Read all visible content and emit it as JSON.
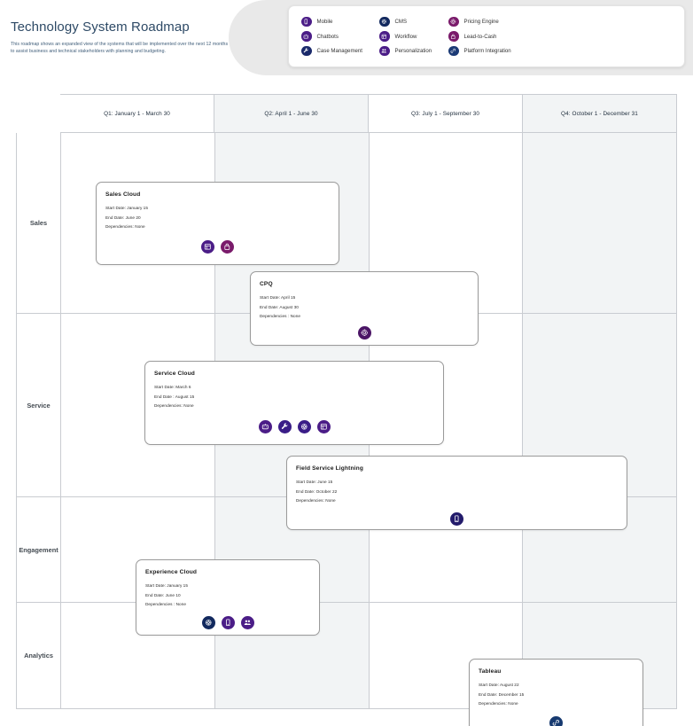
{
  "header": {
    "title": "Technology System Roadmap",
    "subtitle": "This roadmap shows an expanded view of the systems that will be implemented over the next 12 months to assist business and technical stakeholders with planning and budgeting."
  },
  "legend": {
    "columns": [
      [
        {
          "label": "Mobile",
          "icon": "mobile-icon",
          "color": "#4b1d87"
        },
        {
          "label": "Chatbots",
          "icon": "chatbot-icon",
          "color": "#4b1d87"
        },
        {
          "label": "Case Management",
          "icon": "wrench-icon",
          "color": "#1b2a6b"
        }
      ],
      [
        {
          "label": "CMS",
          "icon": "cms-icon",
          "color": "#12295e"
        },
        {
          "label": "Workflow",
          "icon": "workflow-icon",
          "color": "#4b1d87"
        },
        {
          "label": "Personalization",
          "icon": "people-icon",
          "color": "#4b1d87"
        }
      ],
      [
        {
          "label": "Pricing Engine",
          "icon": "pricing-icon",
          "color": "#7a1b6b"
        },
        {
          "label": "Lead-to-Cash",
          "icon": "lead-to-cash-icon",
          "color": "#7a1b6b"
        },
        {
          "label": "Platform Integration",
          "icon": "link-icon",
          "color": "#1b3a75"
        }
      ]
    ]
  },
  "grid": {
    "columns": [
      {
        "label": "Q1: January 1  - March 30",
        "shaded": false
      },
      {
        "label": "Q2: April 1 - June 30",
        "shaded": true
      },
      {
        "label": "Q3: July 1 - September 30",
        "shaded": false
      },
      {
        "label": "Q4: October 1 - December 31",
        "shaded": true
      }
    ],
    "rows": [
      {
        "label": "Sales"
      },
      {
        "label": "Service"
      },
      {
        "label": "Engagement"
      },
      {
        "label": "Analytics"
      }
    ]
  },
  "cards": [
    {
      "name": "sales-cloud",
      "title": "Sales Cloud",
      "start": "Start Date:  January 15",
      "end": "End Date:  June 20",
      "dependencies": "Dependencies:  None",
      "icons": [
        {
          "icon": "workflow-icon",
          "color": "#4b1d87"
        },
        {
          "icon": "lead-to-cash-icon",
          "color": "#7a1b6b"
        }
      ]
    },
    {
      "name": "cpq",
      "title": "CPQ",
      "start": "Start Date: April 15",
      "end": "End Date: August 30",
      "dependencies": "Dependencies :  None",
      "icons": [
        {
          "icon": "pricing-icon",
          "color": "#4b1566"
        }
      ]
    },
    {
      "name": "service-cloud",
      "title": "Service Cloud",
      "start": "Start Date: March 6",
      "end": "End Date :  August 15",
      "dependencies": "Dependencies: None",
      "icons": [
        {
          "icon": "chatbot-icon",
          "color": "#4b1d87"
        },
        {
          "icon": "wrench-icon",
          "color": "#3a1d87"
        },
        {
          "icon": "cms-icon",
          "color": "#3a1d87"
        },
        {
          "icon": "workflow-icon",
          "color": "#4b1d87"
        }
      ]
    },
    {
      "name": "field-service-lightning",
      "title": "Field Service Lightning",
      "start": "Start Date: June 15",
      "end": "End Date: October 22",
      "dependencies": "Dependencies: None",
      "icons": [
        {
          "icon": "mobile-icon",
          "color": "#231b6b"
        }
      ]
    },
    {
      "name": "experience-cloud",
      "title": "Experience Cloud",
      "start": "Start Date:  January 15",
      "end": "End Date:  June 10",
      "dependencies": "Dependencies :  None",
      "icons": [
        {
          "icon": "cms-icon",
          "color": "#12295e"
        },
        {
          "icon": "mobile-icon",
          "color": "#4b1d87"
        },
        {
          "icon": "people-icon",
          "color": "#4b1d87"
        }
      ]
    },
    {
      "name": "tableau",
      "title": "Tableau",
      "start": "Start Date: August 22",
      "end": "End Date: December 15",
      "dependencies": "Dependencies: None",
      "icons": [
        {
          "icon": "link-icon",
          "color": "#173a70"
        }
      ]
    }
  ]
}
